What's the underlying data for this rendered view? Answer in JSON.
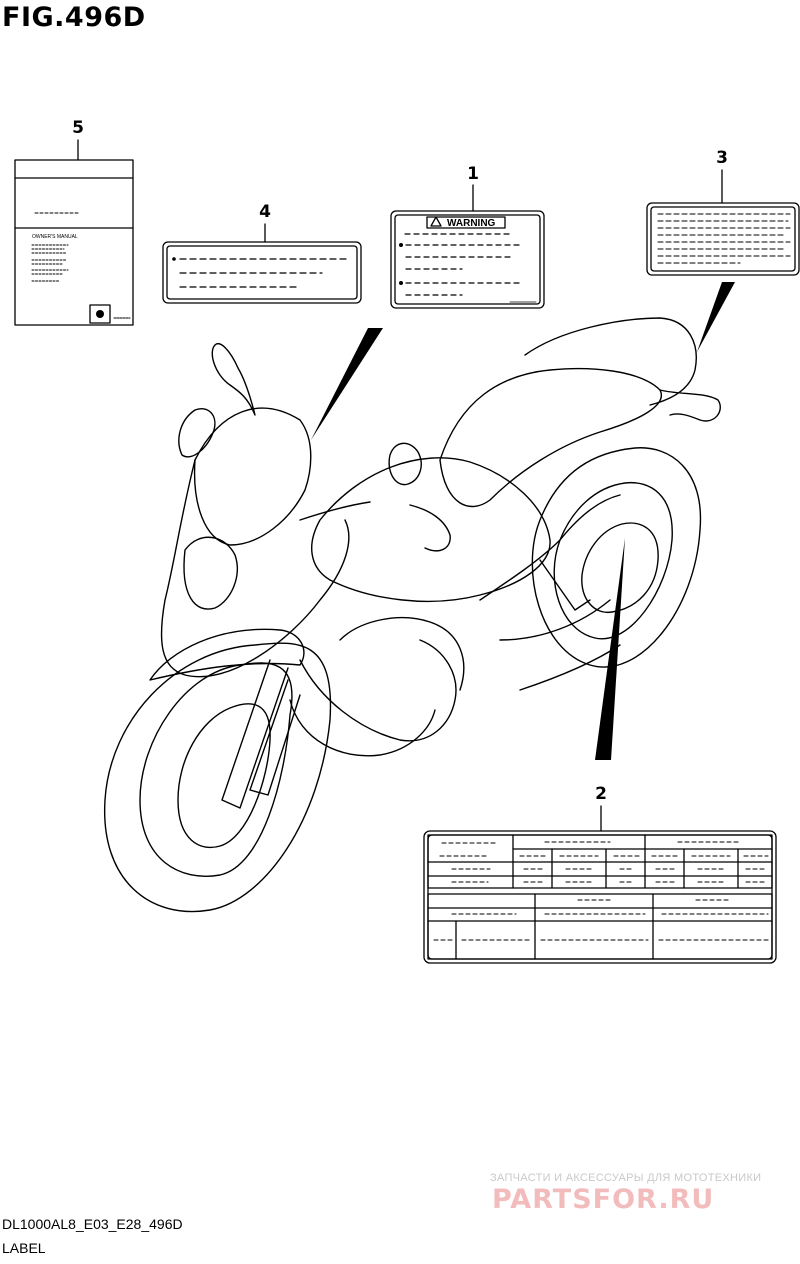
{
  "figure": {
    "title": "FIG.496D",
    "code": "DL1000AL8_E03_E28_496D",
    "section": "LABEL"
  },
  "callouts": [
    {
      "id": "1",
      "text": "1"
    },
    {
      "id": "2",
      "text": "2"
    },
    {
      "id": "3",
      "text": "3"
    },
    {
      "id": "4",
      "text": "4"
    },
    {
      "id": "5",
      "text": "5"
    }
  ],
  "labels": {
    "warning_label": {
      "heading": "WARNING"
    },
    "owners_manual": {
      "heading": "OWNER'S MANUAL"
    }
  },
  "watermark": {
    "tagline": "ЗАПЧАСТИ И АКСЕССУАРЫ ДЛЯ МОТОТЕХНИКИ",
    "brand": "PARTSFOR.RU"
  }
}
